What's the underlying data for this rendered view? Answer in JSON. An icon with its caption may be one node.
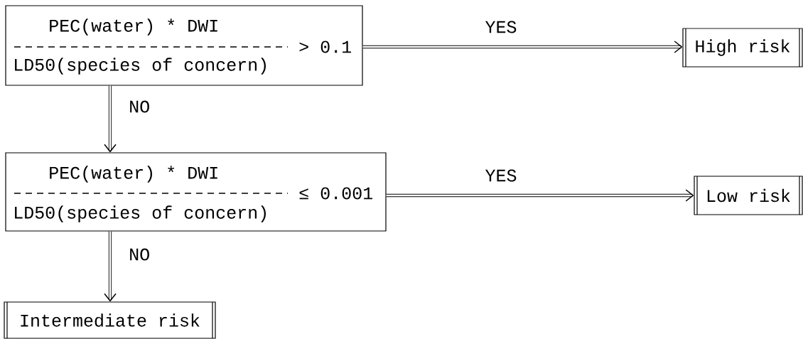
{
  "diagram": {
    "nodes": [
      {
        "text": [
          "PEC(water) * DWI",
          "> 0.1",
          "LD50(species of concern)"
        ]
      },
      {
        "text": [
          "High risk"
        ]
      },
      {
        "text": [
          "PEC(water) * DWI",
          "≤ 0.001",
          "LD50(species of concern)"
        ]
      },
      {
        "text": [
          "Low risk"
        ]
      },
      {
        "text": [
          "Intermediate risk"
        ]
      }
    ],
    "edges": [
      {
        "from": 0,
        "to": 1,
        "arrow": "to",
        "label": "YES"
      },
      {
        "from": 0,
        "to": 2,
        "arrow": "to",
        "label": "NO"
      },
      {
        "from": 2,
        "to": 3,
        "arrow": "to",
        "label": "YES"
      },
      {
        "from": 2,
        "to": 4,
        "arrow": "to",
        "label": "NO"
      }
    ]
  }
}
